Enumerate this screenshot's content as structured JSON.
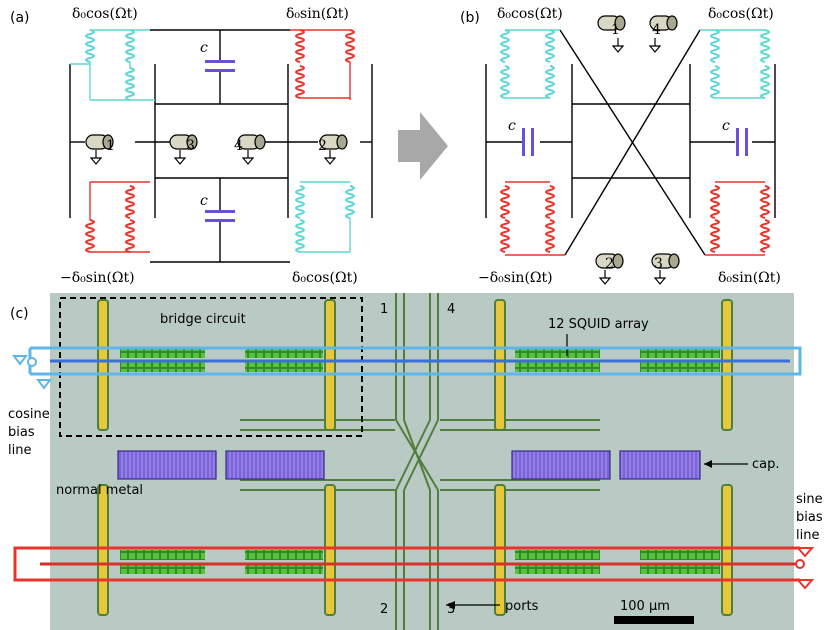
{
  "panel_a": {
    "label": "(a)",
    "top_left": "δ₀cos(Ωt)",
    "top_right": "δ₀sin(Ωt)",
    "bottom_left": "−δ₀sin(Ωt)",
    "bottom_right": "δ₀cos(Ωt)",
    "cap_top": "c",
    "cap_bottom": "c",
    "ports": [
      "1",
      "3",
      "4",
      "2"
    ]
  },
  "panel_b": {
    "label": "(b)",
    "top_left": "δ₀cos(Ωt)",
    "top_right": "δ₀cos(Ωt)",
    "bottom_left": "−δ₀sin(Ωt)",
    "bottom_right": "δ₀sin(Ωt)",
    "cap_left": "c",
    "cap_right": "c",
    "ports": [
      "1",
      "4",
      "2",
      "3"
    ]
  },
  "panel_c": {
    "label": "(c)",
    "bridge_circuit": "bridge circuit",
    "squid_array": "12 SQUID array",
    "cosine_bias_line": [
      "cosine",
      "bias",
      "line"
    ],
    "sine_bias_line": [
      "sine",
      "bias",
      "line"
    ],
    "normal_metal": "normal metal",
    "cap": "cap.",
    "ports": "ports",
    "port_numbers": [
      "1",
      "4",
      "2",
      "3"
    ],
    "scale_bar": "100 μm"
  },
  "colors": {
    "cyan": "#5fd6d3",
    "red": "#e8342a",
    "purple": "#6a4fd8",
    "port_gray": "#b8b8a0",
    "chip_bg": "#b9c9c4",
    "green_trace": "#4f7f3a",
    "blue_line": "#3a6fd8",
    "red_line": "#d8302a"
  }
}
